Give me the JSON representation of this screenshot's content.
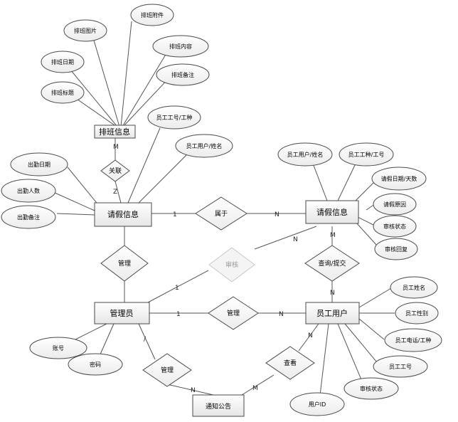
{
  "entities": {
    "paiban": "排班信息",
    "qingjia_left": "请假信息",
    "qingjia_right": "请假信息",
    "admin": "管理员",
    "user": "员工用户",
    "notice": "通知公告"
  },
  "attributes": {
    "pb_attach": "排班附件",
    "pb_image": "排班图片",
    "pb_content": "排班内容",
    "pb_date": "排班日期",
    "pb_remark": "排班备注",
    "pb_title": "排班标题",
    "l_empno": "员工工号/工种",
    "l_username": "员工用户/姓名",
    "att_date": "出勤日期",
    "att_count": "出勤人数",
    "att_remark": "出勤备注",
    "r_username": "员工用户/姓名",
    "r_workno": "员工工种/工号",
    "r_days": "请假日期/天数",
    "r_reason": "请假原因",
    "r_status": "审核状态",
    "r_reply": "审核回复",
    "u_name": "员工姓名",
    "u_gender": "员工性别",
    "u_phone": "员工电话/工种",
    "u_workno": "员工工号",
    "u_status": "审核状态",
    "u_id": "用户ID",
    "a_account": "账号",
    "a_password": "密码"
  },
  "relationships": {
    "guanlian": "关联",
    "shuyu": "属于",
    "guanli_left": "管理",
    "shenhe": "审核",
    "chaxun": "查询/提交",
    "guanli_mid": "管理",
    "guanli_bottom": "管理",
    "chakan": "查看"
  },
  "cardinalities": {
    "c_pb_rel": "M",
    "c_rel_lq": "Z",
    "c_lq_shuyu": "1",
    "c_shuyu_rq": "N",
    "c_rq_shenhe": "N",
    "c_shenhe_admin": "1",
    "c_rq_chaxun": "M",
    "c_chaxun_user": "N",
    "c_admin_guanli": "1",
    "c_guanli_user": "N",
    "c_admin_bottom": "/",
    "c_bottom_notice": "N",
    "c_notice_chakan": "M",
    "c_chakan_user": "N"
  }
}
